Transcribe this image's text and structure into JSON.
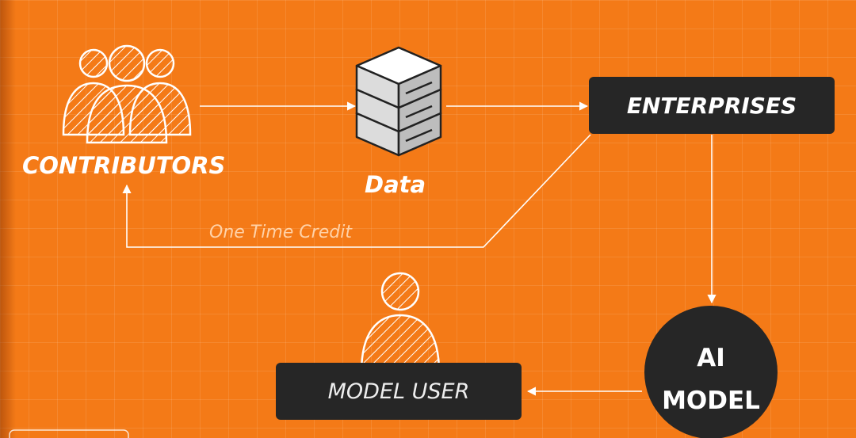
{
  "diagram": {
    "contributors_label": "CONTRIBUTORS",
    "data_label": "Data",
    "enterprises_label": "ENTERPRISES",
    "credit_label": "One Time Credit",
    "ai_model_line1": "AI",
    "ai_model_line2": "MODEL",
    "model_user_label": "MODEL USER"
  },
  "icons": [
    "contributors-group-icon",
    "server-stack-icon",
    "user-icon"
  ],
  "colors": {
    "background": "#f47a17",
    "box": "#262626",
    "text": "#ffffff",
    "credit_text": "#ffd2a8"
  }
}
